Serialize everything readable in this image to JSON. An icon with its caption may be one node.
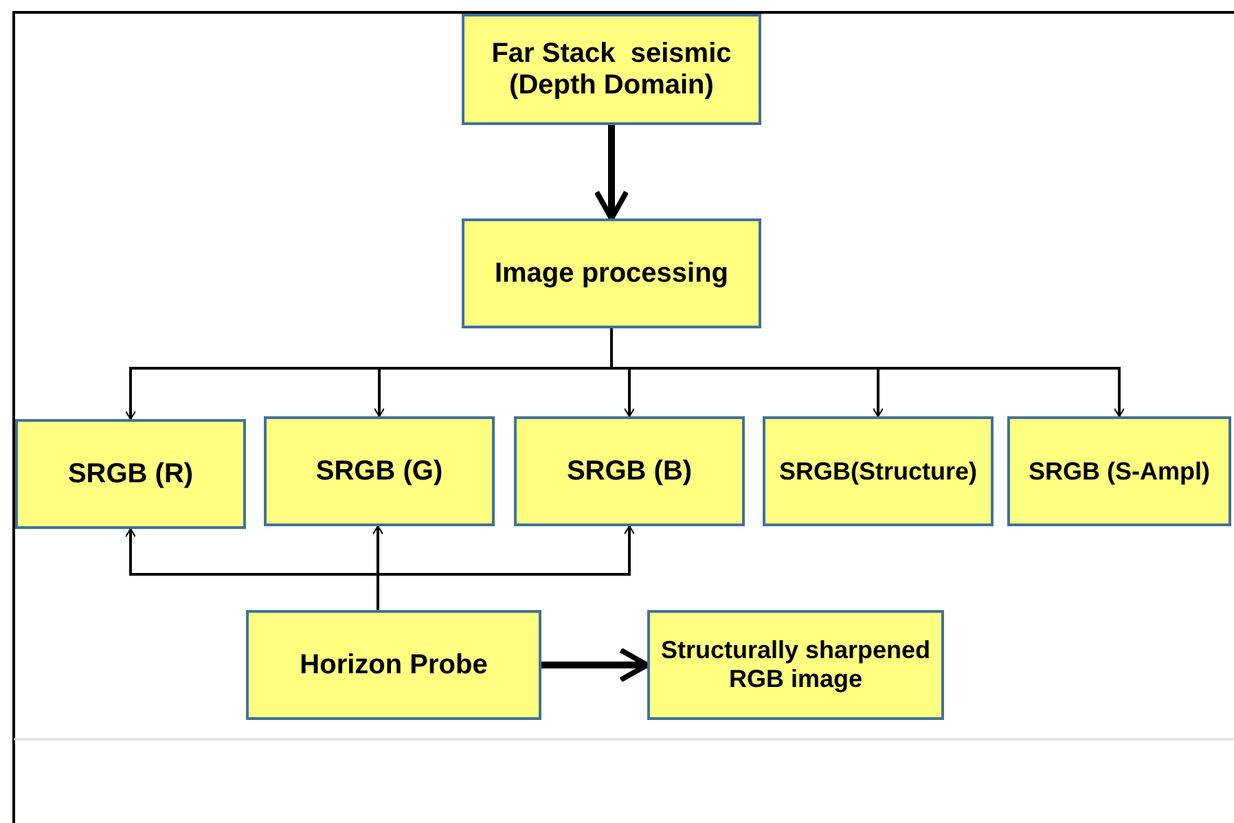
{
  "diagram": {
    "nodes": [
      {
        "text": [
          "Far Stack  seismic (Depth Domain)"
        ]
      },
      {
        "text": [
          "Image processing"
        ]
      },
      {
        "text": [
          "SRGB (R)"
        ]
      },
      {
        "text": [
          "SRGB (G)"
        ]
      },
      {
        "text": [
          "SRGB (B)"
        ]
      },
      {
        "text": [
          "SRGB(Structure)"
        ]
      },
      {
        "text": [
          "SRGB (S-Ampl)"
        ]
      },
      {
        "text": [
          "Horizon Probe"
        ]
      },
      {
        "text": [
          "Structurally sharpened RGB image"
        ]
      }
    ],
    "edges": [
      {
        "from": 0,
        "to": 1,
        "arrow": "to",
        "style": "thick"
      },
      {
        "from": 1,
        "to": 2,
        "arrow": "to"
      },
      {
        "from": 1,
        "to": 3,
        "arrow": "to"
      },
      {
        "from": 1,
        "to": 4,
        "arrow": "to"
      },
      {
        "from": 1,
        "to": 5,
        "arrow": "to"
      },
      {
        "from": 1,
        "to": 6,
        "arrow": "to"
      },
      {
        "from": 7,
        "to": 2,
        "arrow": "to"
      },
      {
        "from": 7,
        "to": 3,
        "arrow": "to"
      },
      {
        "from": 7,
        "to": 4,
        "arrow": "to"
      },
      {
        "from": 7,
        "to": 8,
        "arrow": "to",
        "style": "thick"
      }
    ]
  }
}
